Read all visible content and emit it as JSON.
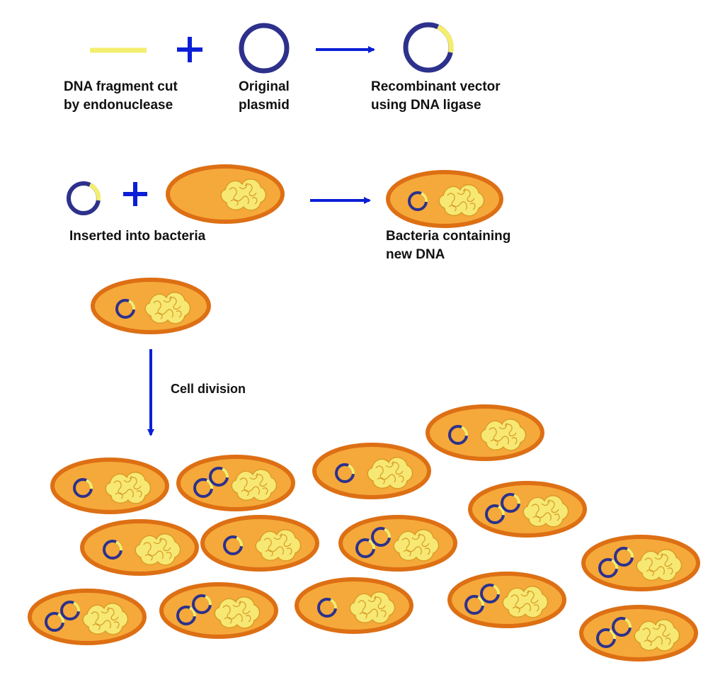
{
  "colors": {
    "arrow": "#0b1fd6",
    "plasmid": "#2d318c",
    "insert": "#f4ee6e",
    "cell_fill": "#f5a93a",
    "cell_border": "#dd6f14",
    "chromosome": "#f6e873",
    "chromosome_line": "#d99a26"
  },
  "row1": {
    "fragment_label": [
      "DNA fragment cut",
      "by endonuclease"
    ],
    "plasmid_label": [
      "Original",
      "plasmid"
    ],
    "vector_label": [
      "Recombinant vector",
      "using DNA ligase"
    ]
  },
  "row2": {
    "insert_label": "Inserted into bacteria",
    "result_label": [
      "Bacteria containing",
      "new DNA"
    ]
  },
  "division": {
    "label": "Cell division"
  },
  "icons": [
    "dna-fragment-icon",
    "plus-icon",
    "plasmid-icon",
    "arrow-right-icon",
    "recombinant-plasmid-icon",
    "bacterium-icon",
    "arrow-down-icon",
    "chromosome-icon"
  ]
}
